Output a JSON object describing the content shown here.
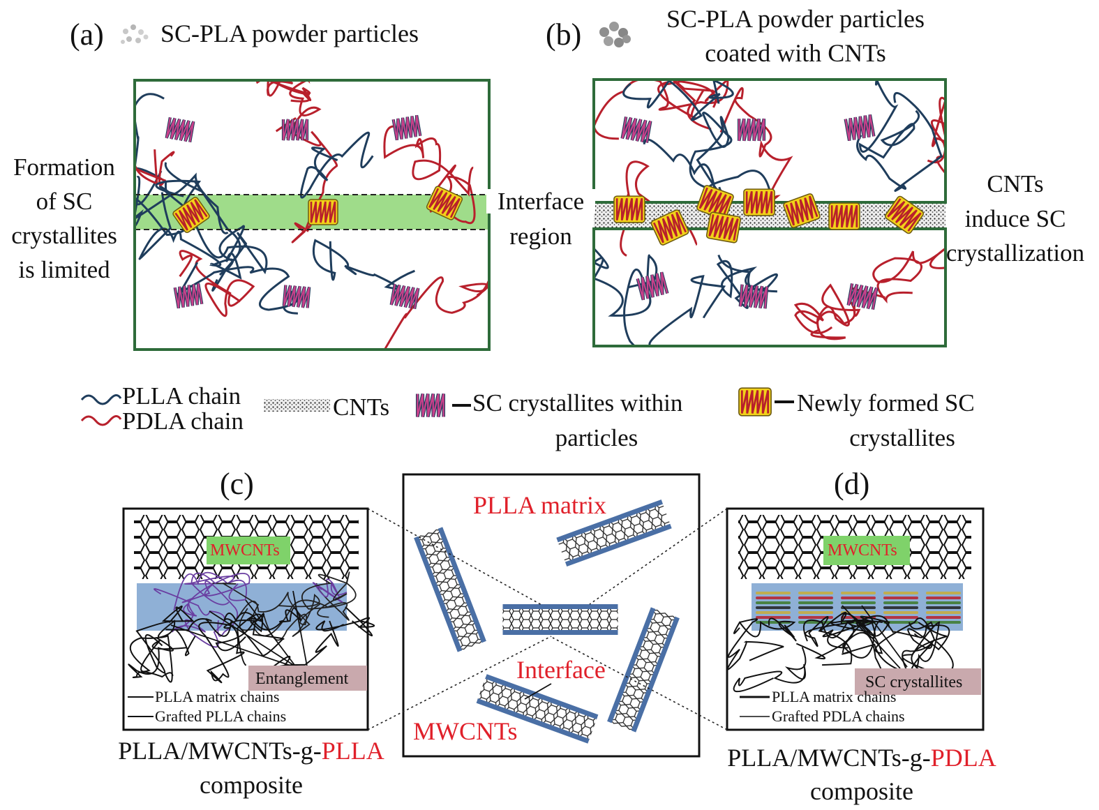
{
  "colors": {
    "pdla_red": "#b8202c",
    "plla_navy": "#1f3d5c",
    "box_green": "#2e6b3a",
    "band_green": "#9fdc8a",
    "tube_blue": "#4a6fa5",
    "band_blue": "#8fb0d6",
    "label_pink": "#c9a9ad",
    "accent_red": "#e0202a"
  },
  "panel_a": {
    "tag": "(a)",
    "particles": "SC-PLA powder particles",
    "side": [
      "Formation",
      "of SC",
      "crystallites",
      "is limited"
    ]
  },
  "panel_b": {
    "tag": "(b)",
    "particles_l1": "SC-PLA powder particles",
    "particles_l2": "coated with CNTs",
    "interface_l1": "Interface",
    "interface_l2": "region",
    "side": [
      "CNTs",
      "induce SC",
      "crystallization"
    ]
  },
  "legend": {
    "plla": "PLLA chain",
    "pdla": "PDLA chain",
    "cnts": "CNTs",
    "sc_l1": "SC crystallites within",
    "sc_l2": "particles",
    "new_l1": "Newly formed SC",
    "new_l2": "crystallites"
  },
  "panel_c": {
    "tag": "(c)",
    "mwcnts": "MWCNTs",
    "entangle": "Entanglement",
    "matrix_chains": "PLLA matrix chains",
    "grafted": "Grafted PLLA chains",
    "caption_pre": "PLLA/MWCNTs-g-",
    "caption_red": "PLLA",
    "caption_l2": "composite"
  },
  "center": {
    "matrix": "PLLA matrix",
    "interface": "Interface",
    "mwcnts": "MWCNTs"
  },
  "panel_d": {
    "tag": "(d)",
    "mwcnts": "MWCNTs",
    "sc": "SC crystallites",
    "matrix_chains": "PLLA matrix chains",
    "grafted": "Grafted PDLA chains",
    "caption_pre": "PLLA/MWCNTs-g-",
    "caption_red": "PDLA",
    "caption_l2": "composite"
  }
}
